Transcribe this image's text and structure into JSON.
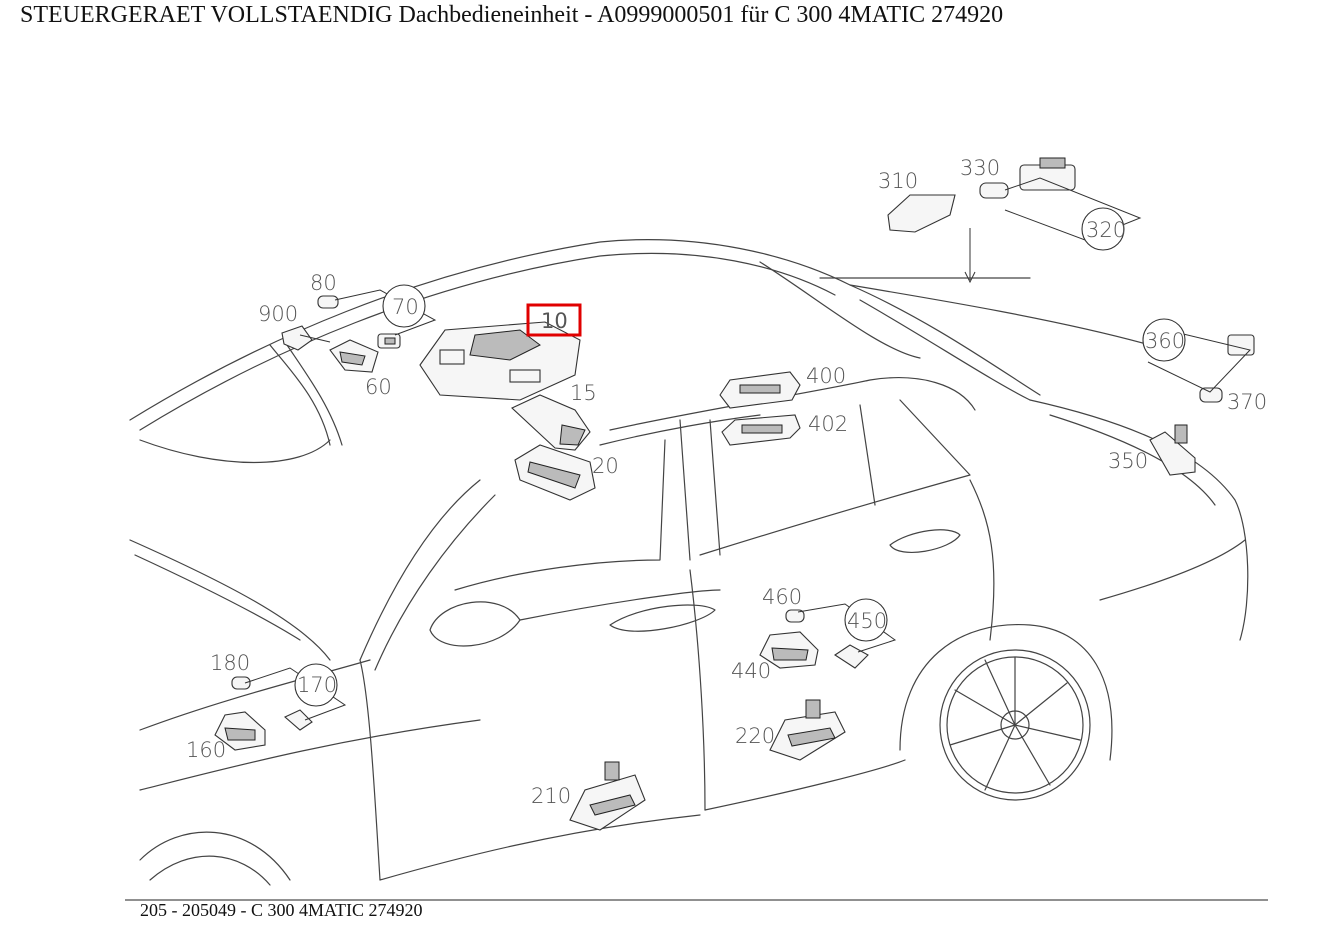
{
  "header": {
    "title": "STEUERGERAET VOLLSTAENDIG Dachbedieneinheit - A0999000501 für C 300 4MATIC  274920"
  },
  "footer": {
    "text": "205 - 205049 - C 300 4MATIC  274920"
  },
  "highlight": {
    "label": "10",
    "color": "#e00000"
  },
  "callouts": {
    "c10": "10",
    "c15": "15",
    "c20": "20",
    "c60": "60",
    "c70": "70",
    "c80": "80",
    "c900": "900",
    "c160": "160",
    "c170": "170",
    "c180": "180",
    "c210": "210",
    "c220": "220",
    "c310": "310",
    "c320": "320",
    "c330": "330",
    "c350": "350",
    "c360": "360",
    "c370": "370",
    "c400": "400",
    "c402": "402",
    "c440": "440",
    "c450": "450",
    "c460": "460"
  }
}
